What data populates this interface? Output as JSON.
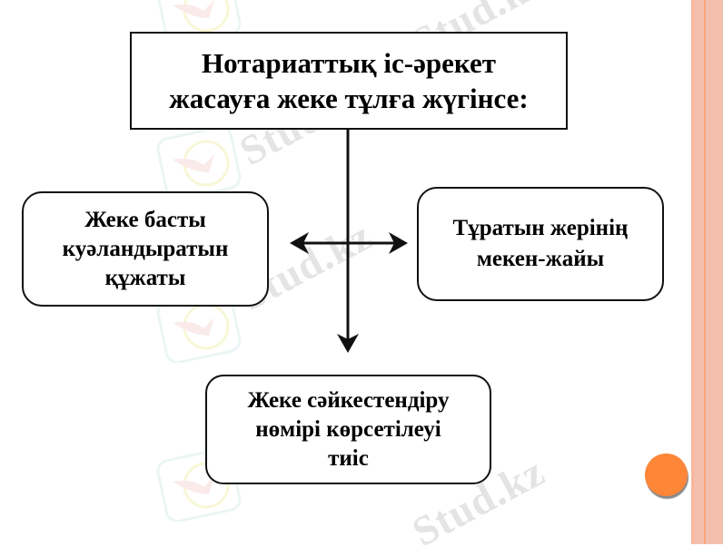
{
  "diagram": {
    "title_box": {
      "lines": [
        "Нотариаттық іс-әрекет",
        "жасауға жеке тұлға жүгінсе:"
      ]
    },
    "left_box": {
      "lines": [
        "Жеке басты",
        "куәландыратын",
        "құжаты"
      ]
    },
    "right_box": {
      "lines": [
        "Тұратын жерінің",
        "мекен-жайы"
      ]
    },
    "bottom_box": {
      "lines": [
        "Жеке сәйкестендіру",
        "нөмірі көрсетілеуі",
        "тиіс"
      ]
    },
    "connectors": [
      {
        "from": "title_box",
        "to": "bottom_box",
        "type": "arrow-down"
      },
      {
        "from": "center",
        "to": "left_box",
        "type": "arrow-left"
      },
      {
        "from": "center",
        "to": "right_box",
        "type": "arrow-right"
      }
    ]
  },
  "watermark": {
    "text": "Stud.kz"
  },
  "colors": {
    "accent_orange": "#fd8637",
    "band_salmon": "#f2c0ad",
    "band_line": "#f9a57f",
    "stroke": "#111111"
  }
}
